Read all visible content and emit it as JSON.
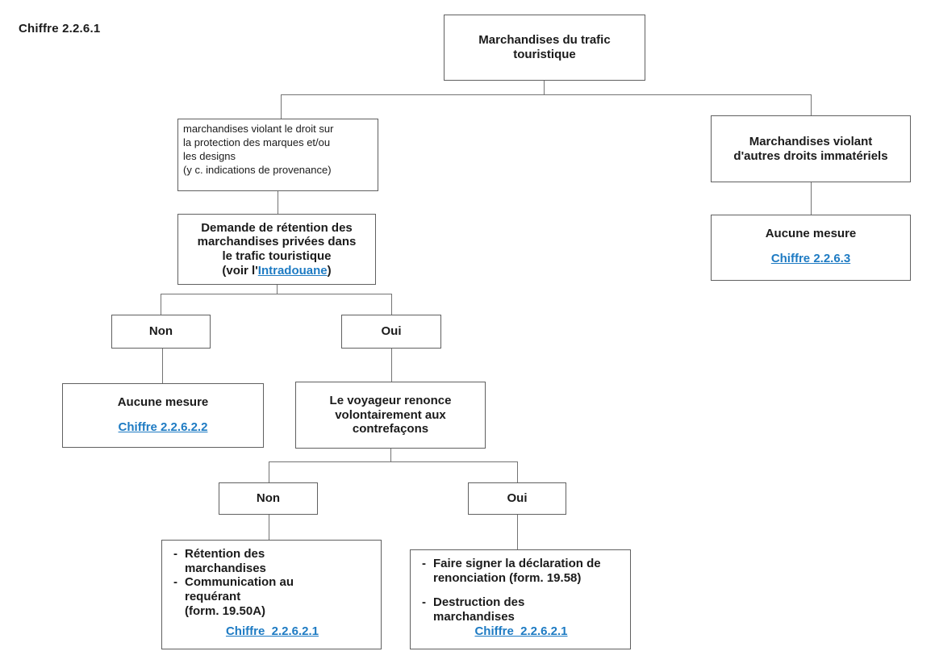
{
  "page_label": "Chiffre 2.2.6.1",
  "colors": {
    "link": "#1e7bc3",
    "box-border": "#606060",
    "line": "#737373",
    "text": "#1b1b1b",
    "background": "#ffffff"
  },
  "nodes": {
    "root": {
      "text": "Marchandises du trafic\ntouristique"
    },
    "marques": {
      "text": "marchandises violant le droit sur\nla protection des marques et/ou\nles designs\n(y c. indications de provenance)"
    },
    "autres_droits": {
      "text": "Marchandises violant\nd'autres droits immatériels"
    },
    "aucune_mesure_droits": {
      "text": "Aucune mesure",
      "link_label": "Chiffre 2.2.6.3"
    },
    "demande_retention": {
      "text": "Demande de rétention des\nmarchandises privées dans\nle trafic touristique",
      "link_prefix": "(voir l'",
      "link_label": "Intradouane",
      "link_suffix": ")"
    },
    "non_1": {
      "text": "Non"
    },
    "oui_1": {
      "text": "Oui"
    },
    "aucune_mesure_non": {
      "text": "Aucune mesure",
      "link_label": "Chiffre 2.2.6.2.2"
    },
    "voyageur": {
      "text": "Le voyageur renonce\nvolontairement aux\ncontrefaçons"
    },
    "non_2": {
      "text": "Non"
    },
    "oui_2": {
      "text": "Oui"
    },
    "retention_actions": {
      "bullet": "-",
      "items": [
        "Rétention des\nmarchandises",
        "Communication au\nrequérant\n(form. 19.50A)"
      ],
      "link_label": "Chiffre  2.2.6.2.1"
    },
    "renonciation_actions": {
      "bullet": "-",
      "items": [
        "Faire signer la déclaration de\nrenonciation (form. 19.58)",
        "Destruction des\nmarchandises"
      ],
      "link_label": "Chiffre  2.2.6.2.1"
    }
  }
}
